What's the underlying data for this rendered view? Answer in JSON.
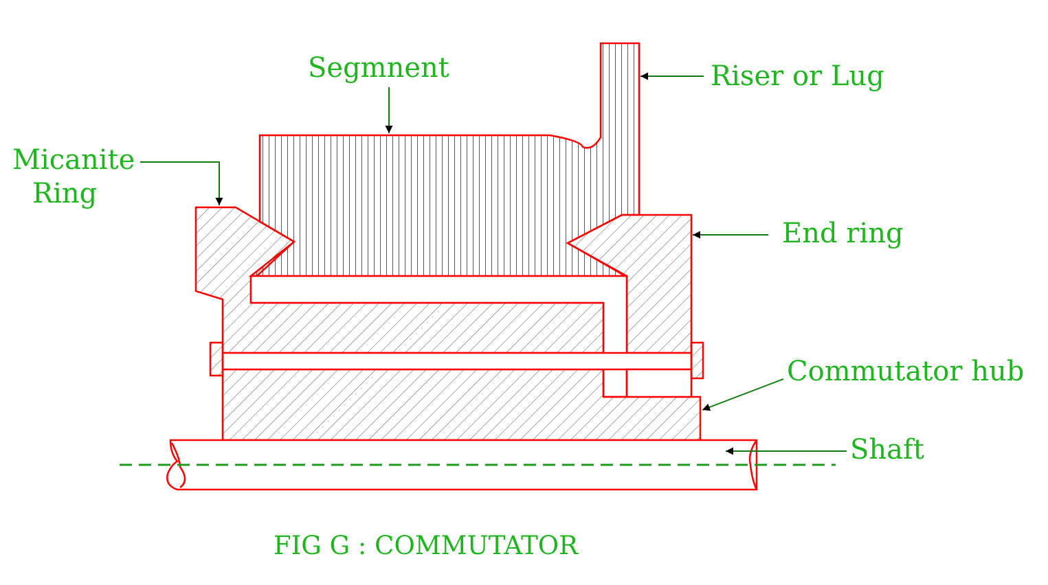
{
  "labels": {
    "segment": "Segmnent",
    "riser": "Riser or Lug",
    "micanite_line1": "Micanite",
    "micanite_line2": "Ring",
    "end_ring": "End ring",
    "commutator_hub": "Commutator hub",
    "shaft": "Shaft"
  },
  "caption": "FIG G : COMMUTATOR",
  "colors": {
    "outline": "#ff0000",
    "hatch": "#555555",
    "label": "#1fb51f",
    "leader": "#0f7a0f",
    "centerline": "#1f9a1f",
    "arrowhead": "#000000"
  }
}
